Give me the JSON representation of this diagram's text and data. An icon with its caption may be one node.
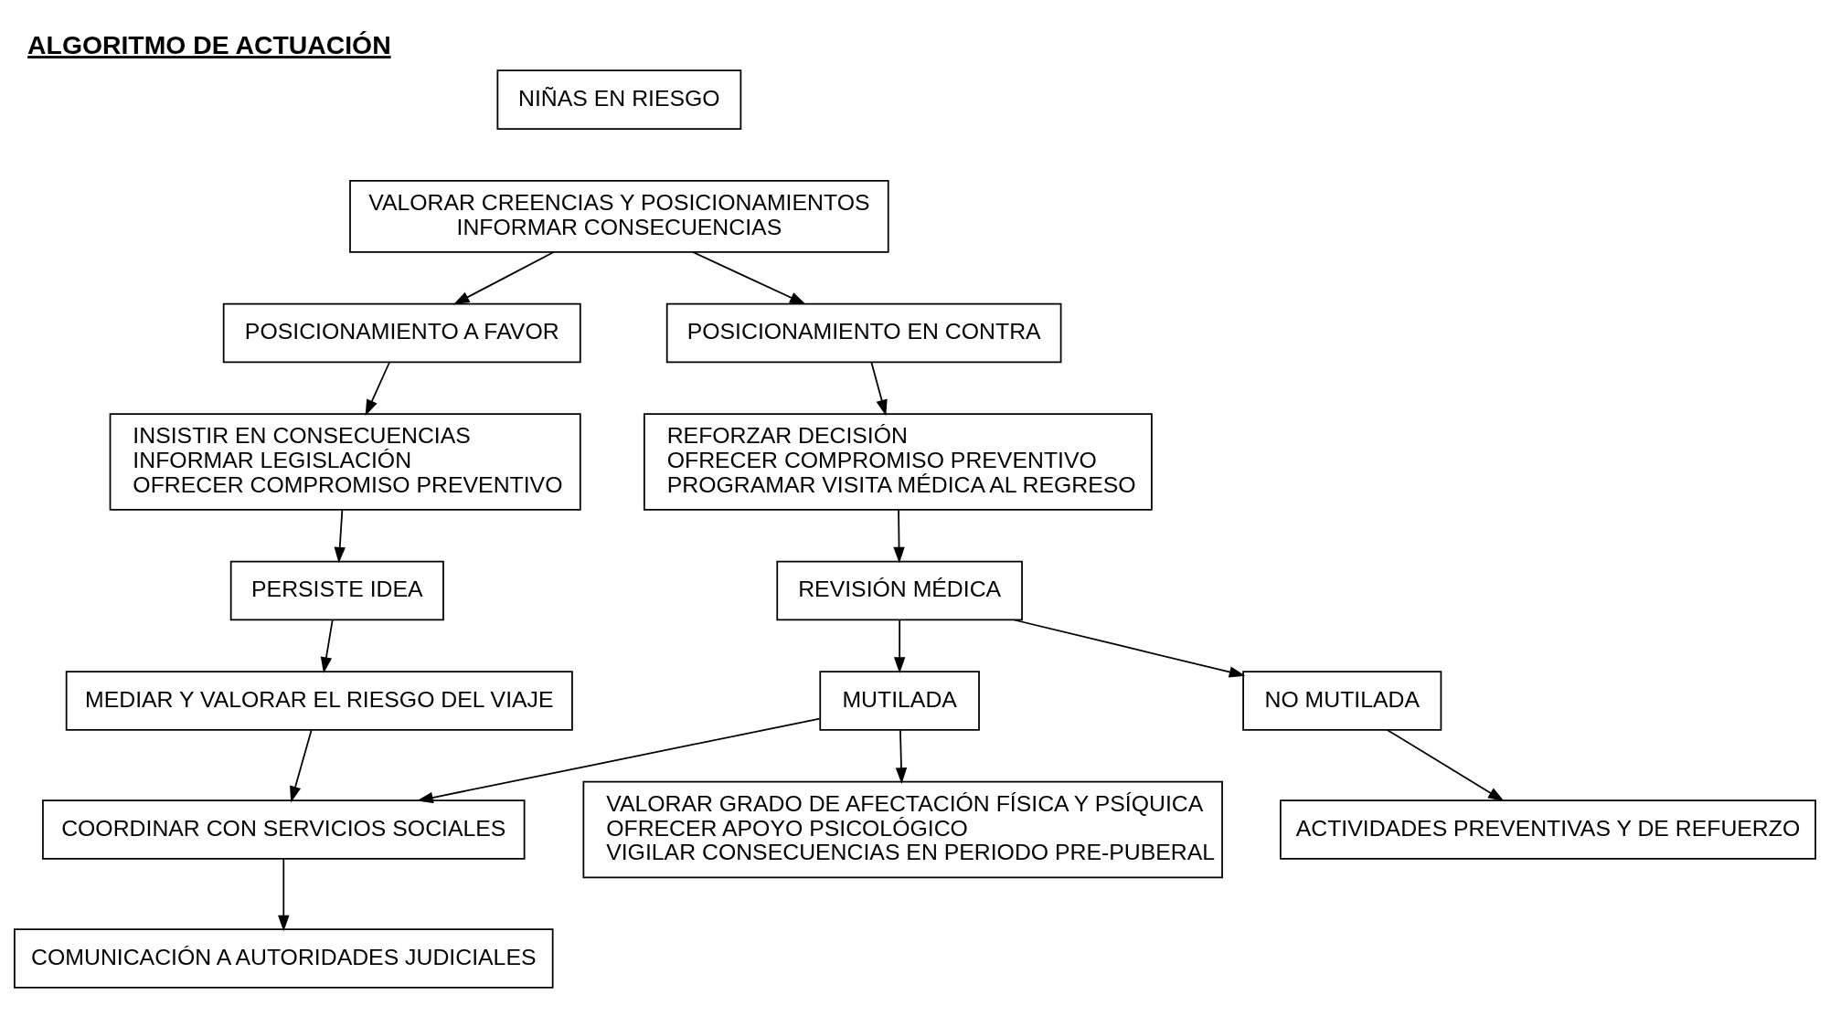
{
  "diagram": {
    "title": "ALGORITMO DE ACTUACIÓN",
    "nodes": [
      {
        "text": [
          "NIÑAS EN RIESGO"
        ]
      },
      {
        "text": [
          "VALORAR CREENCIAS Y POSICIONAMIENTOS",
          "INFORMAR CONSECUENCIAS"
        ]
      },
      {
        "text": [
          "POSICIONAMIENTO A FAVOR"
        ]
      },
      {
        "text": [
          "POSICIONAMIENTO EN CONTRA"
        ]
      },
      {
        "text": [
          "INSISTIR EN CONSECUENCIAS",
          "INFORMAR LEGISLACIÓN",
          "OFRECER COMPROMISO PREVENTIVO"
        ]
      },
      {
        "text": [
          "REFORZAR DECISIÓN",
          "OFRECER COMPROMISO PREVENTIVO",
          "PROGRAMAR VISITA MÉDICA AL REGRESO"
        ]
      },
      {
        "text": [
          "PERSISTE IDEA"
        ]
      },
      {
        "text": [
          "REVISIÓN MÉDICA"
        ]
      },
      {
        "text": [
          "MEDIAR Y VALORAR EL RIESGO DEL VIAJE"
        ]
      },
      {
        "text": [
          "COORDINAR CON SERVICIOS SOCIALES"
        ]
      },
      {
        "text": [
          "MUTILADA"
        ]
      },
      {
        "text": [
          "NO MUTILADA"
        ]
      },
      {
        "text": [
          "VALORAR GRADO DE AFECTACIÓN FÍSICA Y PSÍQUICA",
          "OFRECER APOYO PSICOLÓGICO",
          "VIGILAR CONSECUENCIAS EN PERIODO PRE-PUBERAL"
        ]
      },
      {
        "text": [
          "COMUNICACIÓN A AUTORIDADES JUDICIALES"
        ]
      },
      {
        "text": [
          "ACTIVIDADES PREVENTIVAS Y DE REFUERZO"
        ]
      }
    ],
    "edges": [
      {
        "from": 1,
        "to": 2,
        "arrow": "to"
      },
      {
        "from": 1,
        "to": 3,
        "arrow": "to"
      },
      {
        "from": 2,
        "to": 4,
        "arrow": "to"
      },
      {
        "from": 3,
        "to": 5,
        "arrow": "to"
      },
      {
        "from": 4,
        "to": 6,
        "arrow": "to"
      },
      {
        "from": 5,
        "to": 7,
        "arrow": "to"
      },
      {
        "from": 6,
        "to": 8,
        "arrow": "to"
      },
      {
        "from": 7,
        "to": 10,
        "arrow": "to"
      },
      {
        "from": 7,
        "to": 11,
        "arrow": "to"
      },
      {
        "from": 8,
        "to": 9,
        "arrow": "to"
      },
      {
        "from": 10,
        "to": 9,
        "arrow": "to"
      },
      {
        "from": 10,
        "to": 12,
        "arrow": "to"
      },
      {
        "from": 9,
        "to": 13,
        "arrow": "to"
      },
      {
        "from": 11,
        "to": 14,
        "arrow": "to"
      }
    ]
  }
}
